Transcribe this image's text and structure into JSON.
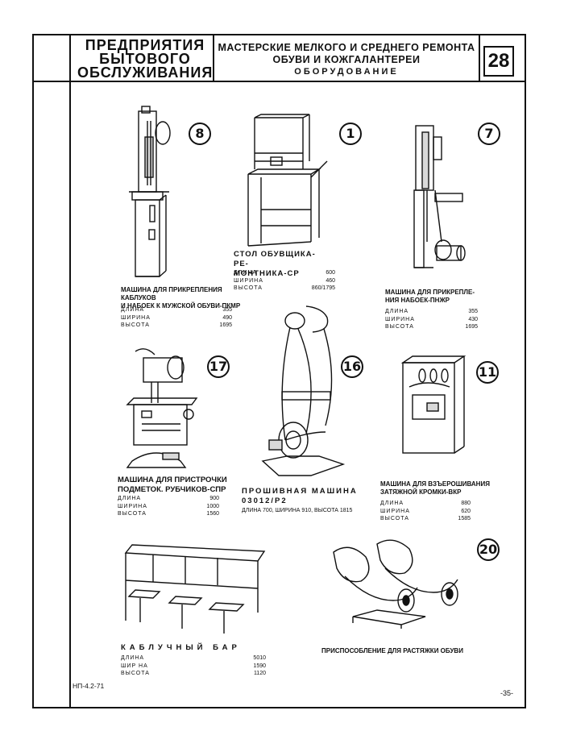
{
  "header": {
    "left_title": [
      "ПРЕДПРИЯТИЯ",
      "БЫТОВОГО",
      "ОБСЛУЖИВАНИЯ"
    ],
    "center_title": [
      "МАСТЕРСКИЕ МЕЛКОГО И СРЕДНЕГО РЕМОНТА",
      "ОБУВИ И КОЖГАЛАНТЕРЕИ"
    ],
    "center_subtitle": "ОБОРУДОВАНИЕ",
    "sheet_number": "28"
  },
  "items": {
    "pkmp": {
      "number": "8",
      "caption": [
        "МАШИНА ДЛЯ ПРИКРЕПЛЕНИЯ КАБЛУКОВ",
        "И НАБОЕК К МУЖСКОЙ ОБУВИ-ПКМР"
      ],
      "specs": [
        {
          "label": "ДЛИНА",
          "value": "355"
        },
        {
          "label": "ШИРИНА",
          "value": "490"
        },
        {
          "label": "ВЫСОТА",
          "value": "1695"
        }
      ]
    },
    "sr": {
      "number": "1",
      "caption": [
        "СТОЛ ОБУВЩИКА-РЕ-",
        "МОНТНИКА-СР"
      ],
      "specs": [
        {
          "label": "ДЛИНА",
          "value": "600"
        },
        {
          "label": "ШИРИНА",
          "value": "460"
        },
        {
          "label": "ВЫСОТА",
          "value": "860/1795"
        }
      ]
    },
    "pnzhr": {
      "number": "7",
      "caption": [
        "МАШИНА ДЛЯ ПРИКРЕПЛЕ-",
        "НИЯ НАБОЕК-ПНЖР"
      ],
      "specs": [
        {
          "label": "ДЛИНА",
          "value": "355"
        },
        {
          "label": "ШИРИНА",
          "value": "430"
        },
        {
          "label": "ВЫСОТА",
          "value": "1695"
        }
      ]
    },
    "spr": {
      "number": "17",
      "caption": [
        "МАШИНА ДЛЯ ПРИСТРОЧКИ",
        "ПОДМЕТОК. РУБЧИКОВ-СПР"
      ],
      "specs": [
        {
          "label": "ДЛИНА",
          "value": "900"
        },
        {
          "label": "ШИРИНА",
          "value": "1000"
        },
        {
          "label": "ВЫСОТА",
          "value": "1560"
        }
      ]
    },
    "sewing": {
      "number": "16",
      "caption": [
        "ПРОШИВНАЯ МАШИНА",
        "03012/Р2"
      ],
      "note": "ДЛИНА 700, ШИРИНА 910, ВЫСОТА 1815"
    },
    "vkr": {
      "number": "11",
      "caption": [
        "МАШИНА ДЛЯ ВЗЪЕРОШИВАНИЯ",
        "ЗАТЯЖНОЙ КРОМКИ-ВКР"
      ],
      "specs": [
        {
          "label": "ДЛИНА",
          "value": "880"
        },
        {
          "label": "ШИРИНА",
          "value": "620"
        },
        {
          "label": "ВЫСОТА",
          "value": "1585"
        }
      ]
    },
    "bar": {
      "caption": "КАБЛУЧНЫЙ БАР",
      "specs": [
        {
          "label": "ДЛИНА",
          "value": "5010"
        },
        {
          "label": "ШИР НА",
          "value": "1590"
        },
        {
          "label": "ВЫСОТА",
          "value": "1120"
        }
      ]
    },
    "stretch": {
      "number": "20",
      "caption": "ПРИСПОСОБЛЕНИЕ ДЛЯ РАСТЯЖКИ ОБУВИ"
    }
  },
  "footer": {
    "doc_code": "НП-4.2-71",
    "page_number": "-35-"
  }
}
